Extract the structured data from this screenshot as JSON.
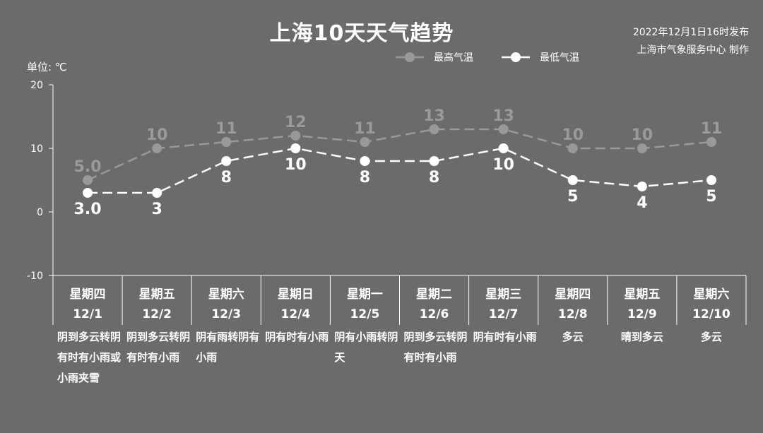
{
  "header": {
    "title": "上海10天天气趋势",
    "published": "2022年12月1日16时发布",
    "source": "上海市气象服务中心 制作"
  },
  "chart_data": {
    "type": "line",
    "ylabel": "单位: ℃",
    "ylim": [
      -10,
      20
    ],
    "yticks": [
      20,
      10,
      0,
      -10
    ],
    "categories": [
      "12/1",
      "12/2",
      "12/3",
      "12/4",
      "12/5",
      "12/6",
      "12/7",
      "12/8",
      "12/9",
      "12/10"
    ],
    "weekdays": [
      "星期四",
      "星期五",
      "星期六",
      "星期日",
      "星期一",
      "星期二",
      "星期三",
      "星期四",
      "星期五",
      "星期六"
    ],
    "weather": [
      "阴到多云转阴有时有小雨或小雨夹雪",
      "阴到多云转阴有时有小雨",
      "阴有雨转阴有小雨",
      "阴有时有小雨",
      "阴有小雨转阴天",
      "阴到多云转阴有时有小雨",
      "阴有时有小雨",
      "多云",
      "晴到多云",
      "多云"
    ],
    "series": [
      {
        "name": "最高气温",
        "values": [
          5,
          10,
          11,
          12,
          11,
          13,
          13,
          10,
          10,
          11
        ],
        "labels": [
          "5.0",
          "10",
          "11",
          "12",
          "11",
          "13",
          "13",
          "10",
          "10",
          "11"
        ],
        "color": "#999999"
      },
      {
        "name": "最低气温",
        "values": [
          3,
          3,
          8,
          10,
          8,
          8,
          10,
          5,
          4,
          5
        ],
        "labels": [
          "3.0",
          "3",
          "8",
          "10",
          "8",
          "8",
          "10",
          "5",
          "4",
          "5"
        ],
        "color": "#ffffff"
      }
    ],
    "legend_position": "top-center",
    "grid": false
  }
}
